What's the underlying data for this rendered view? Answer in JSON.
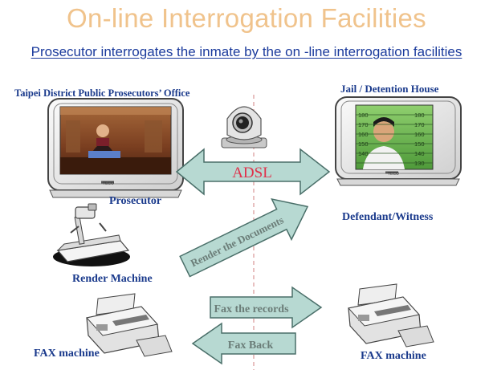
{
  "title": "On-line Interrogation Facilities",
  "subtitle": "Prosecutor interrogates  the inmate by the on -line interrogation facilities",
  "left_site": {
    "label": "Taipei District Public Prosecutors’ Office",
    "tv_brand": "TECO",
    "role": "Prosecutor"
  },
  "right_site": {
    "label": "Jail / Detention House",
    "tv_brand": "TECO",
    "role": "Defendant/Witness",
    "height_marks": [
      "180",
      "170",
      "160",
      "150",
      "140",
      "180",
      "170",
      "160",
      "150",
      "140",
      "130"
    ]
  },
  "connection": {
    "label": "ADSL",
    "color": "#e0304a"
  },
  "render": {
    "arrow_label": "Render the Documents",
    "device_label": "Render Machine"
  },
  "fax": {
    "send_label": "Fax the records",
    "back_label": "Fax Back",
    "left_device": "FAX machine",
    "right_device": "FAX machine"
  },
  "colors": {
    "title": "#f0c38c",
    "subtitle": "#1a3a9c",
    "label_text": "#1a3a8c",
    "arrow_fill": "#b7d9d2",
    "arrow_stroke": "#4a6f69",
    "arrow_text": "#6b7d78"
  },
  "icons": [
    "tv-icon",
    "camera-icon",
    "document-camera-icon",
    "fax-machine-icon"
  ]
}
